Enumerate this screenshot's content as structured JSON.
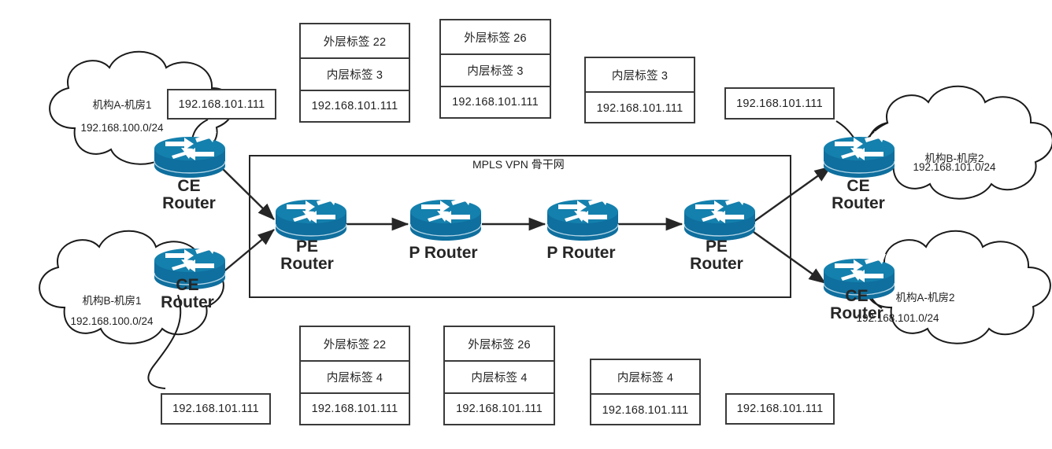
{
  "diagram": {
    "title": "MPLS VPN 骨干网",
    "backbone_label": "MPLS VPN 骨干网",
    "colors": {
      "router_body": "#0f6f9e",
      "router_top": "#1480ad",
      "router_arrow": "#ffffff",
      "line": "#262626",
      "box_border": "#3a3a3a",
      "text": "#1f1f1f"
    }
  },
  "clouds": [
    {
      "id": "cloud-a-site1",
      "name": "机构A-机房1",
      "subnet": "192.168.100.0/24"
    },
    {
      "id": "cloud-b-site1",
      "name": "机构B-机房1",
      "subnet": "192.168.100.0/24"
    },
    {
      "id": "cloud-b-site2",
      "name": "机构B-机房2",
      "subnet": "192.168.101.0/24"
    },
    {
      "id": "cloud-a-site2",
      "name": "机构A-机房2",
      "subnet": "192.168.101.0/24"
    }
  ],
  "routers": [
    {
      "id": "ce-top-left",
      "label": "CE\nRouter"
    },
    {
      "id": "ce-bottom-left",
      "label": "CE\nRouter"
    },
    {
      "id": "pe-left",
      "label": "PE\nRouter"
    },
    {
      "id": "p-left",
      "label": "P Router"
    },
    {
      "id": "p-right",
      "label": "P Router"
    },
    {
      "id": "pe-right",
      "label": "PE\nRouter"
    },
    {
      "id": "ce-top-right",
      "label": "CE\nRouter"
    },
    {
      "id": "ce-bottom-right",
      "label": "CE\nRouter"
    }
  ],
  "packet_stacks_top": [
    {
      "id": "top-ingress-ip",
      "rows": [
        {
          "kind": "ip",
          "text": "192.168.101.111"
        }
      ]
    },
    {
      "id": "top-stack-outer22",
      "rows": [
        {
          "kind": "outer",
          "text": "外层标签 22"
        },
        {
          "kind": "inner",
          "text": "内层标签 3"
        },
        {
          "kind": "ip",
          "text": "192.168.101.111"
        }
      ]
    },
    {
      "id": "top-stack-outer26",
      "rows": [
        {
          "kind": "outer",
          "text": "外层标签 26"
        },
        {
          "kind": "inner",
          "text": "内层标签 3"
        },
        {
          "kind": "ip",
          "text": "192.168.101.111"
        }
      ]
    },
    {
      "id": "top-stack-inner3",
      "rows": [
        {
          "kind": "inner",
          "text": "内层标签 3"
        },
        {
          "kind": "ip",
          "text": "192.168.101.111"
        }
      ]
    },
    {
      "id": "top-egress-ip",
      "rows": [
        {
          "kind": "ip",
          "text": "192.168.101.111"
        }
      ]
    }
  ],
  "packet_stacks_bottom": [
    {
      "id": "bottom-ingress-ip",
      "rows": [
        {
          "kind": "ip",
          "text": "192.168.101.111"
        }
      ]
    },
    {
      "id": "bottom-stack-outer22",
      "rows": [
        {
          "kind": "outer",
          "text": "外层标签 22"
        },
        {
          "kind": "inner",
          "text": "内层标签 4"
        },
        {
          "kind": "ip",
          "text": "192.168.101.111"
        }
      ]
    },
    {
      "id": "bottom-stack-outer26",
      "rows": [
        {
          "kind": "outer",
          "text": "外层标签 26"
        },
        {
          "kind": "inner",
          "text": "内层标签 4"
        },
        {
          "kind": "ip",
          "text": "192.168.101.111"
        }
      ]
    },
    {
      "id": "bottom-stack-inner4",
      "rows": [
        {
          "kind": "inner",
          "text": "内层标签 4"
        },
        {
          "kind": "ip",
          "text": "192.168.101.111"
        }
      ]
    },
    {
      "id": "bottom-egress-ip",
      "rows": [
        {
          "kind": "ip",
          "text": "192.168.101.111"
        }
      ]
    }
  ]
}
